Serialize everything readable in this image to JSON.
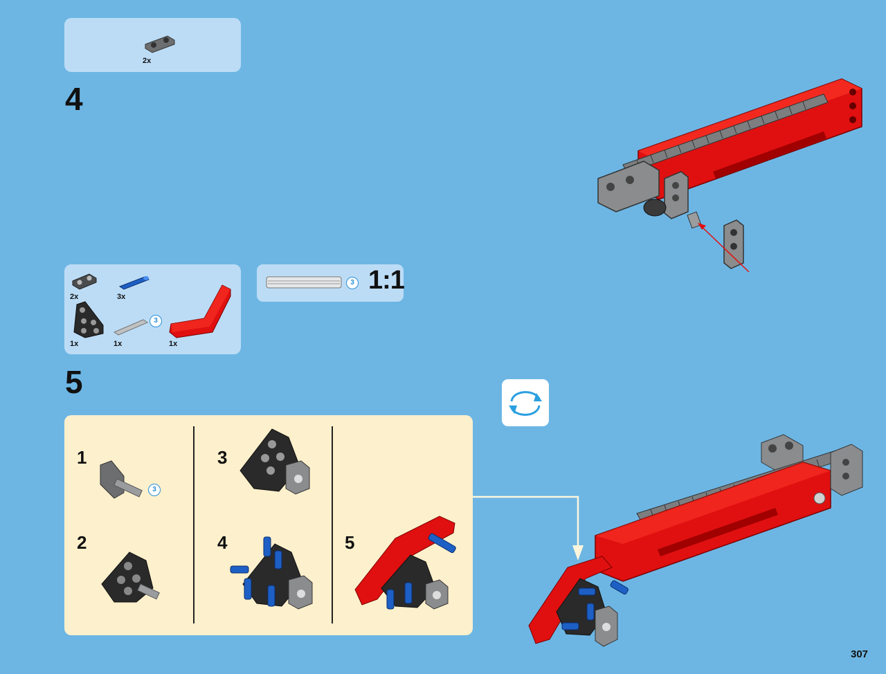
{
  "step4": {
    "number": "4",
    "parts": [
      {
        "qty": "2x",
        "icon": "gray-connector-icon"
      }
    ]
  },
  "step5": {
    "number": "5",
    "parts": [
      {
        "qty": "2x",
        "icon": "dark-gray-connector-icon"
      },
      {
        "qty": "3x",
        "icon": "blue-pin-icon"
      },
      {
        "qty": "1x",
        "icon": "black-triangle-beam-icon"
      },
      {
        "qty": "1x",
        "icon": "gray-axle-icon",
        "length": "3"
      },
      {
        "qty": "1x",
        "icon": "red-bent-beam-icon"
      }
    ],
    "ruler": {
      "length": "3",
      "scale": "1:1"
    },
    "substeps": [
      {
        "number": "1",
        "length": "3"
      },
      {
        "number": "2"
      },
      {
        "number": "3"
      },
      {
        "number": "4"
      },
      {
        "number": "5"
      }
    ]
  },
  "rotate": {
    "icon": "rotate-model-icon"
  },
  "page": {
    "number": "307"
  },
  "colors": {
    "background": "#6db6e4",
    "parts_box": "#bcdcf6",
    "substep_panel": "#fdf0cc",
    "red": "#e01010",
    "gray": "#8a8c8e",
    "blue": "#1d5fc4"
  }
}
